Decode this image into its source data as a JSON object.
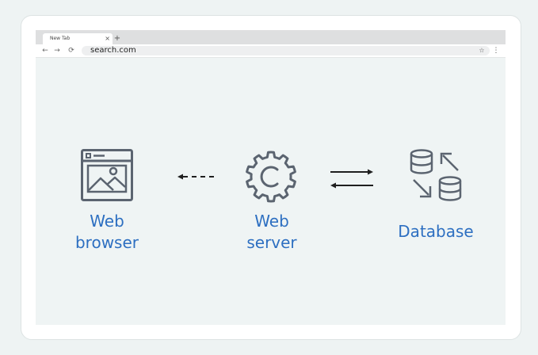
{
  "browser": {
    "tab_title": "New Tab",
    "tab_close_glyph": "×",
    "new_tab_glyph": "+",
    "back_glyph": "←",
    "forward_glyph": "→",
    "reload_glyph": "⟳",
    "address": "search.com",
    "bookmark_glyph": "☆",
    "menu_glyph": "⋮"
  },
  "diagram": {
    "nodes": [
      {
        "label": "Web\nbrowser",
        "icon": "browser-window-image-icon"
      },
      {
        "label": "Web\nserver",
        "icon": "gear-icon"
      },
      {
        "label": "Database",
        "icon": "database-sync-icon"
      }
    ],
    "edges": [
      {
        "from": "Web server",
        "to": "Web browser",
        "style": "dashed",
        "direction": "one-way"
      },
      {
        "from": "Web server",
        "to": "Database",
        "style": "solid",
        "direction": "two-way"
      }
    ]
  },
  "colors": {
    "accent": "#2d6fc1",
    "icon_stroke": "#5b6470",
    "arrow": "#1f1f1f",
    "canvas": "#eff4f4",
    "page_bg": "#eef3f3"
  }
}
